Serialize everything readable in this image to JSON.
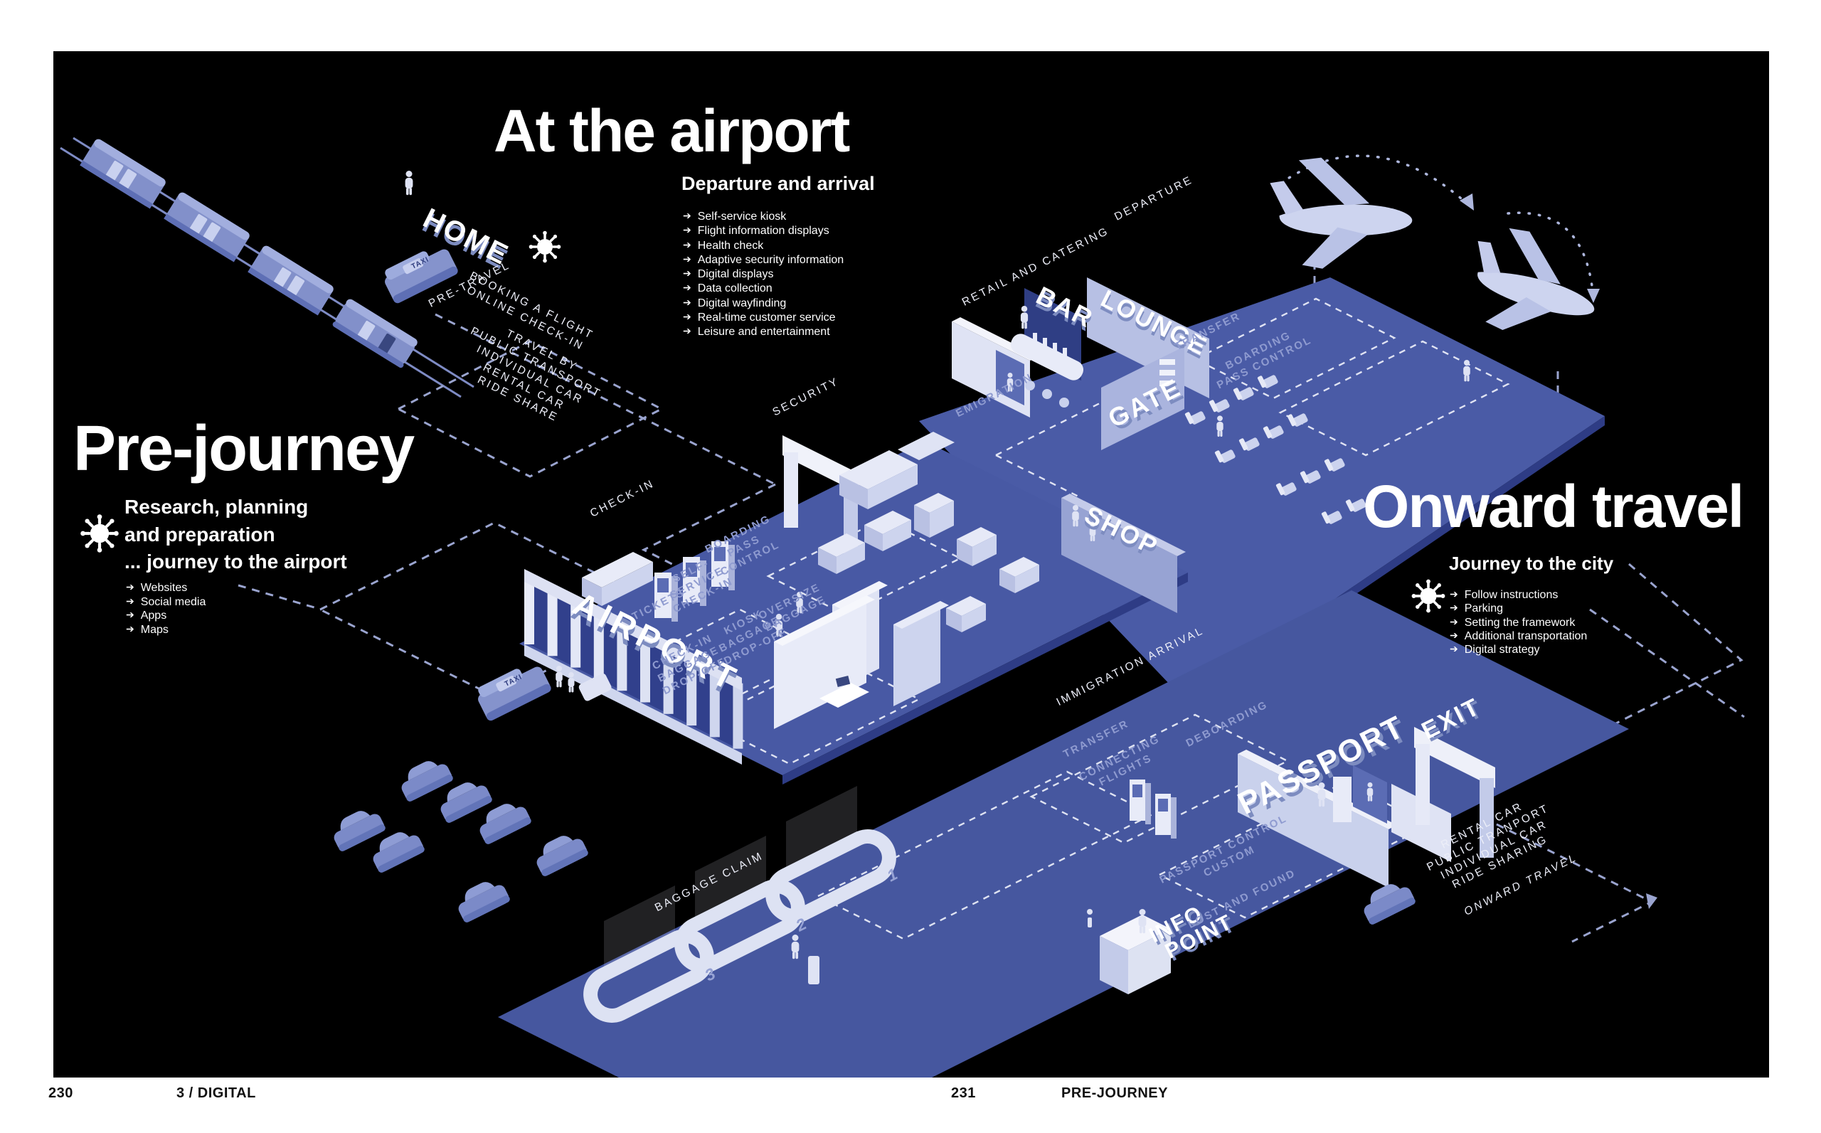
{
  "ui": {
    "bullet_arrow": "➔"
  },
  "sections": {
    "at_the_airport": {
      "title": "At the airport",
      "subtitle": "Departure and arrival",
      "items": [
        "Self-service kiosk",
        "Flight information displays",
        "Health check",
        "Adaptive security information",
        "Digital displays",
        "Data collection",
        "Digital wayfinding",
        "Real-time customer service",
        "Leisure and entertainment"
      ]
    },
    "pre_journey": {
      "title": "Pre-journey",
      "subtitle_lines": [
        "Research, planning",
        "and preparation",
        "... journey to the airport"
      ],
      "items": [
        "Websites",
        "Social media",
        "Apps",
        "Maps"
      ]
    },
    "onward_travel": {
      "title": "Onward travel",
      "subtitle": "Journey to the city",
      "items": [
        "Follow instructions",
        "Parking",
        "Setting the framework",
        "Additional transportation",
        "Digital strategy"
      ]
    }
  },
  "footer": {
    "left_page": "230",
    "left_label": "3 / DIGITAL",
    "right_page": "231",
    "right_label": "PRE-JOURNEY"
  },
  "scene": {
    "signs_3d": {
      "home": "HOME",
      "airport": "AIRPORT",
      "bar": "BAR",
      "lounge": "LOUNGE",
      "gate": "GATE",
      "shop": "SHOP",
      "passport": "PASSPORT",
      "info_line1": "INFO",
      "info_line2": "POINT",
      "exit": "EXIT",
      "taxi": "TAXI"
    },
    "path_labels": {
      "pre_travel": "PRE-TRAVEL",
      "booking": [
        "BOOKING A FLIGHT",
        "ONLINE CHECK-IN"
      ],
      "travel_by": [
        "TRAVEL BY",
        "PUBLIC TRANSPORT",
        "INDIVIDUAL CAR",
        "RENTAL CAR",
        "RIDE SHARE"
      ],
      "check_in": "CHECK-IN",
      "security": "SECURITY",
      "retail": "RETAIL AND CATERING",
      "departure": "DEPARTURE",
      "immigration": "IMMIGRATION ARRIVAL",
      "baggage_claim": "BAGGAGE CLAIM",
      "onward_modes": [
        "RENTAL CAR",
        "PUBLIC TRANPORT",
        "INDIVIDUAL CAR",
        "RIDE SHARING"
      ],
      "onward_travel": "ONWARD TRAVEL"
    },
    "floor_labels": {
      "emigration": "EMIGRATION",
      "transfer_dep": "TRANSFER",
      "boarding_dep": [
        "BOARDING",
        "PASS CONTROL"
      ],
      "boarding_mid": [
        "BOARDING",
        "PASS",
        "CONTROL"
      ],
      "self_service": [
        "SELF-",
        "SERVICE",
        "CHECK-IN"
      ],
      "tickets": "TICKETS",
      "oversize": [
        "OVERSIZE",
        "BAGGAGE"
      ],
      "kiosk": [
        "KIOSK",
        "BAGGAGE",
        "DROP-OFF"
      ],
      "checkin_drop": [
        "CHECK-IN",
        "BAGGAGE",
        "DROP-OFF"
      ],
      "transfer_arr": "TRANSFER",
      "connecting": [
        "CONNECTING",
        "FLIGHTS"
      ],
      "deboarding": "DEBOARDING",
      "passport_control": [
        "PASSPORT CONTROL",
        "CUSTOM"
      ],
      "lost_found": "LOST AND FOUND"
    },
    "carousels": [
      "1",
      "2",
      "3"
    ],
    "colors": {
      "page": "#ffffff",
      "background": "#000000",
      "deck": "#4859a4",
      "deck_edge": "#2e3c85",
      "structure_light": "#e8ebf8",
      "vehicle": "#7b8ac8",
      "floor_label_text": "#8f9bd0",
      "dashed_path": "#9aa4cf",
      "text": "#ffffff"
    }
  }
}
